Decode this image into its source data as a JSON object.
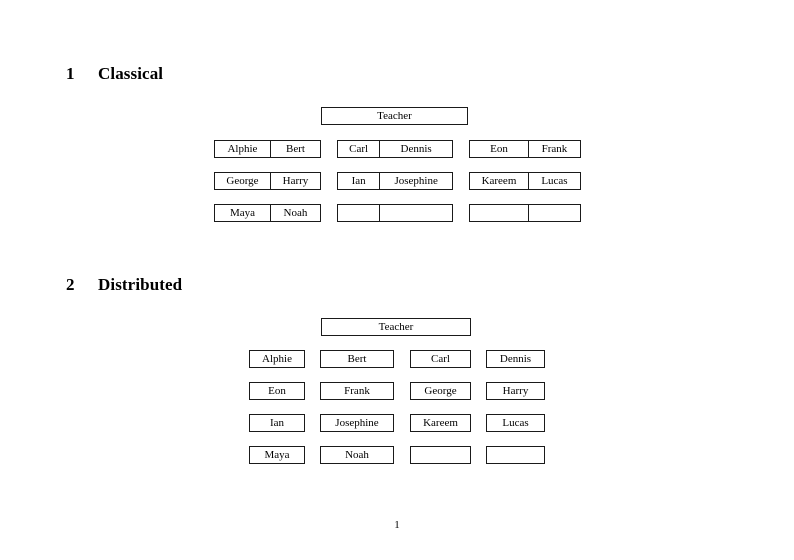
{
  "document": {
    "page_number": "1"
  },
  "sections": [
    {
      "id": "classical",
      "number": "1",
      "title": "Classical",
      "teacher": {
        "label": "Teacher"
      },
      "groups": [
        {
          "id": "group-1",
          "rows": [
            {
              "cells": [
                "Alphie",
                "Bert"
              ]
            },
            {
              "cells": [
                "George",
                "Harry"
              ]
            },
            {
              "cells": [
                "Maya",
                "Noah"
              ]
            }
          ]
        },
        {
          "id": "group-2",
          "rows": [
            {
              "cells": [
                "Carl",
                "Dennis"
              ]
            },
            {
              "cells": [
                "Ian",
                "Josephine"
              ]
            },
            {
              "cells": [
                "",
                ""
              ]
            }
          ]
        },
        {
          "id": "group-3",
          "rows": [
            {
              "cells": [
                "Eon",
                "Frank"
              ]
            },
            {
              "cells": [
                "Kareem",
                "Lucas"
              ]
            },
            {
              "cells": [
                "",
                ""
              ]
            }
          ]
        }
      ]
    },
    {
      "id": "distributed",
      "number": "2",
      "title": "Distributed",
      "teacher": {
        "label": "Teacher"
      },
      "grid": {
        "rows": [
          {
            "cells": [
              "Alphie",
              "Bert",
              "Carl",
              "Dennis"
            ]
          },
          {
            "cells": [
              "Eon",
              "Frank",
              "George",
              "Harry"
            ]
          },
          {
            "cells": [
              "Ian",
              "Josephine",
              "Kareem",
              "Lucas"
            ]
          },
          {
            "cells": [
              "Maya",
              "Noah",
              "",
              ""
            ]
          }
        ]
      }
    }
  ]
}
